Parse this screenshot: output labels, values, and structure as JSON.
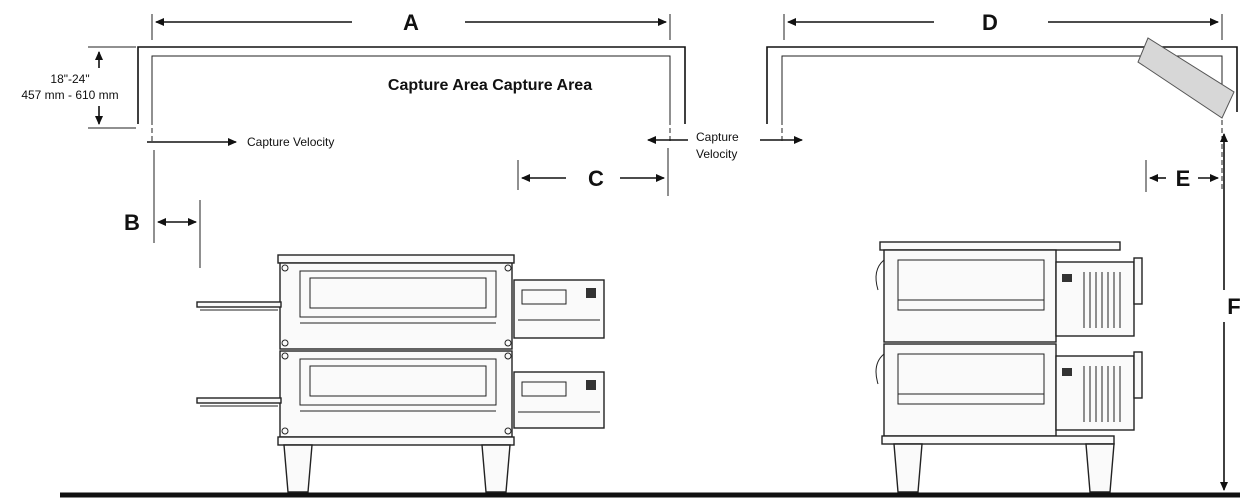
{
  "labels": {
    "A": "A",
    "B": "B",
    "C": "C",
    "D": "D",
    "E": "E",
    "F": "F",
    "hood_height_in": "18\"-24\"",
    "hood_height_mm": "457 mm - 610 mm",
    "capture_area": "Capture Area Capture Area",
    "capture_velocity": "Capture Velocity",
    "capture_word": "Capture",
    "velocity_word": "Velocity"
  }
}
